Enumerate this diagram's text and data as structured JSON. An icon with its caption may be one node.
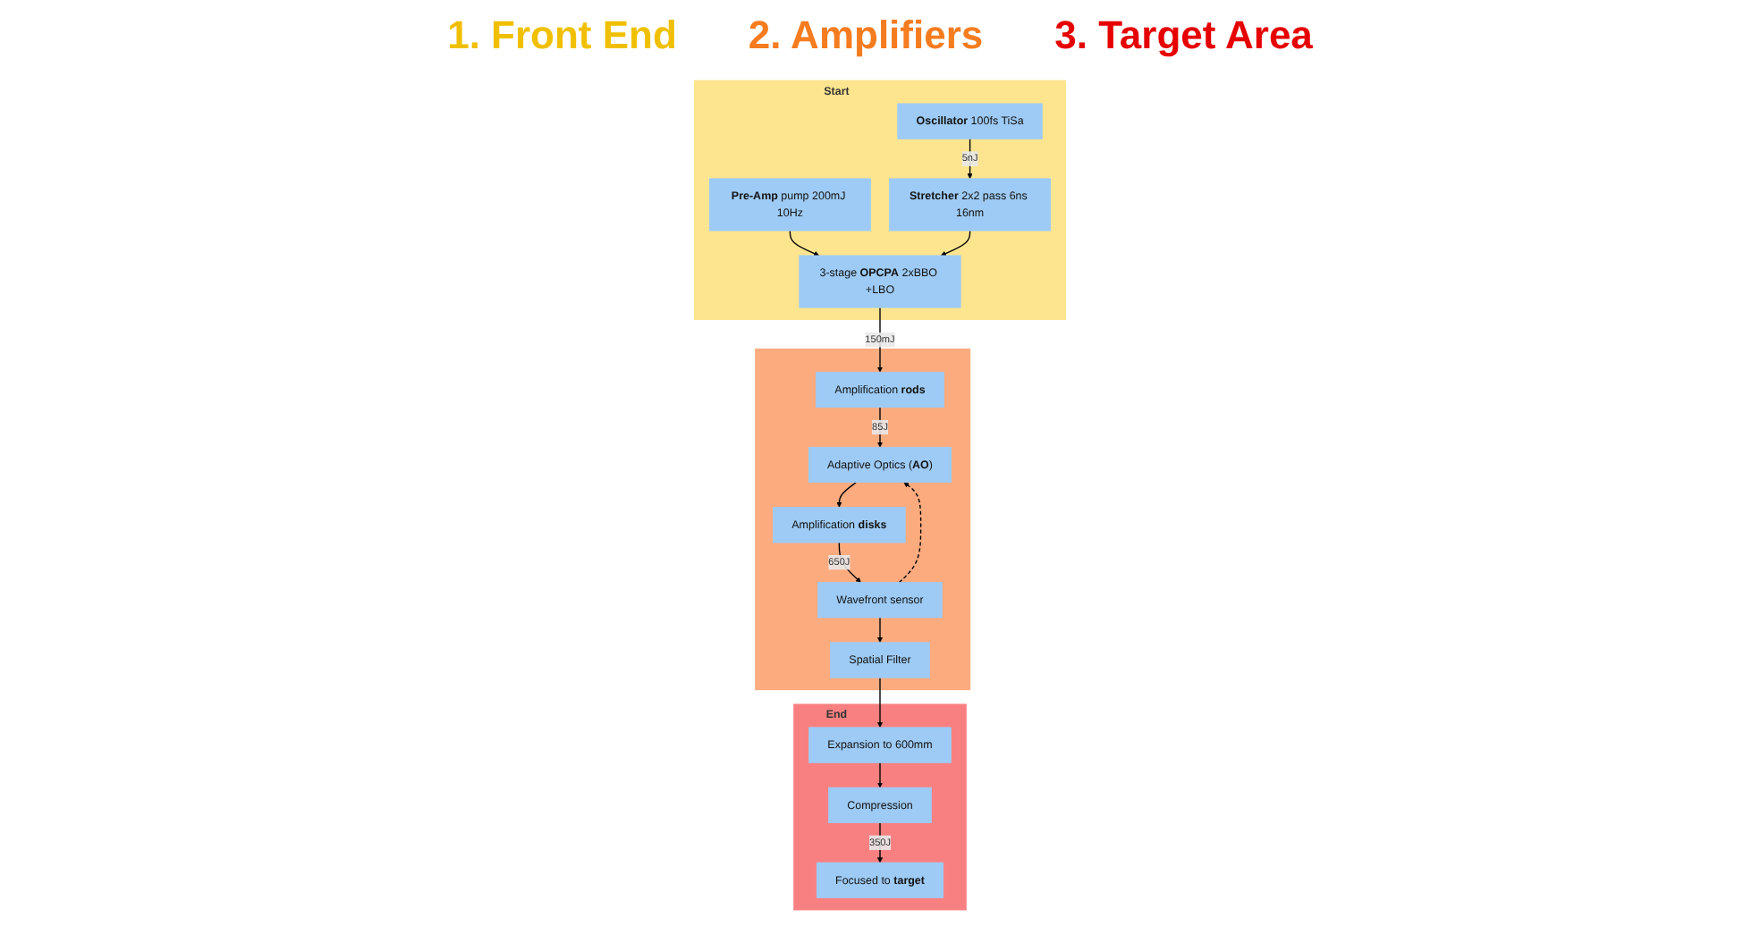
{
  "diagram": {
    "nodes": [
      {
        "text": [
          "Start"
        ]
      },
      {
        "text": [
          "**Pre-Amp** pump 200mJ 10Hz"
        ],
        "in": 0
      },
      {
        "text": [
          "**Oscillator** 100fs TiSa"
        ],
        "in": 0
      },
      {
        "text": [
          "3-stage **OPCPA** 2xBBO +LBO"
        ],
        "in": 0
      },
      {
        "text": [
          "**Stretcher** 2x2 pass 6ns 16nm"
        ],
        "in": 0
      },
      {
        "text": [],
        "shape": "box"
      },
      {
        "text": [
          "Amplification **rods**"
        ],
        "in": 5
      },
      {
        "text": [
          "Adaptive Optics (**AO**)"
        ],
        "in": 5
      },
      {
        "text": [
          "Amplification **disks**"
        ],
        "in": 5
      },
      {
        "text": [
          "Wavefront sensor"
        ],
        "in": 5
      },
      {
        "text": [
          "Spatial Filter"
        ],
        "in": 5
      },
      {
        "text": [
          "End"
        ]
      },
      {
        "text": [
          "Expansion to 600mm"
        ],
        "in": 11
      },
      {
        "text": [
          "Compression"
        ],
        "in": 11
      },
      {
        "text": [
          "Focused to **target**"
        ],
        "in": 11
      }
    ],
    "edges": [
      {
        "from": 1,
        "to": 3,
        "arrow": "to"
      },
      {
        "from": 2,
        "to": 4,
        "arrow": "to",
        "label": "5nJ"
      },
      {
        "from": 4,
        "to": 3,
        "arrow": "to"
      },
      {
        "from": 3,
        "to": 6,
        "arrow": "to",
        "label": "150mJ"
      },
      {
        "from": 6,
        "to": 7,
        "arrow": "to",
        "label": "85J"
      },
      {
        "from": 7,
        "to": 8,
        "arrow": "to"
      },
      {
        "from": 8,
        "to": 9,
        "arrow": "to",
        "label": "650J"
      },
      {
        "from": 9,
        "to": 10,
        "arrow": "to"
      },
      {
        "from": 9,
        "to": 7,
        "arrow": "to",
        "style": "dashed"
      },
      {
        "from": 10,
        "to": 12,
        "arrow": "to"
      },
      {
        "from": 12,
        "to": 13,
        "arrow": "to"
      },
      {
        "from": 13,
        "to": 14,
        "arrow": "to",
        "label": "350J"
      }
    ],
    "labels": [
      "1. Front End",
      "2. Amplifiers",
      "3. Target Area"
    ]
  }
}
